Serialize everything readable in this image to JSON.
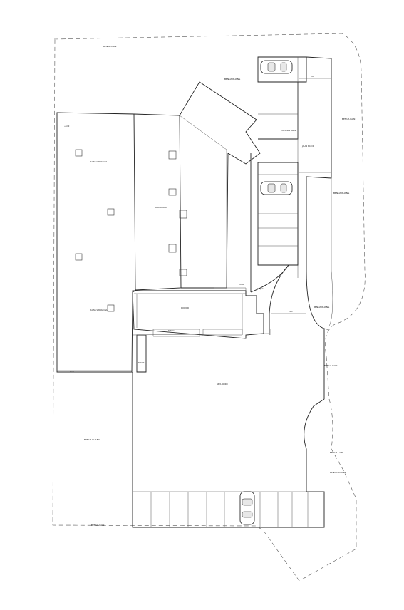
{
  "labels": {
    "boundary_top": "BENUA LAIN",
    "open_top": "BENUA RUANG",
    "open_right": "BENUA RUANG",
    "open_gap_right": "BENUA RUANG",
    "open_left_low": "BENUA RUANG",
    "open_bottom_right": "BENUA RUANG",
    "boundary_bottom_left": "BENUA LAIN",
    "boundary_right_top": "BENUA LAIN",
    "boundary_right_mid": "BENUA LAIN",
    "boundary_right_low": "BENUA LAIN",
    "hall_left": "RUANG SERBAGUNA",
    "hall_mid": "RUANG SERBAGUNA",
    "block_mid": "RUANG KELAS",
    "corridor": "KORIDOR",
    "court": "HALAMAN PARKIR",
    "court_center": "AREA PARKIR",
    "driveway": "JALAN MASUK",
    "guard": "POS JAGA",
    "stair": "TANGGA",
    "toilet": "TOILET",
    "level_a": "+0.00",
    "level_b": "+0.45",
    "level_c": "-0.15",
    "dim_a": "200",
    "dim_b": "300"
  }
}
